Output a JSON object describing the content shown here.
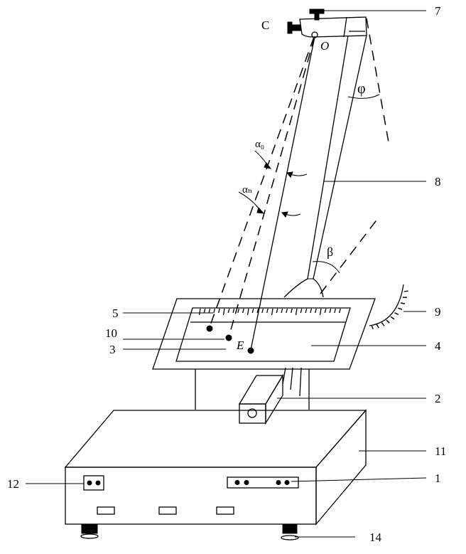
{
  "labels": {
    "C": "C",
    "O": "O",
    "E": "E",
    "phi": "φ",
    "beta": "β",
    "alpha0": "α₀",
    "alphan": "αₙ",
    "n1": "1",
    "n2": "2",
    "n3": "3",
    "n4": "4",
    "n5": "5",
    "n7": "7",
    "n8": "8",
    "n9": "9",
    "n10": "10",
    "n11": "11",
    "n12": "12",
    "n14": "14"
  }
}
